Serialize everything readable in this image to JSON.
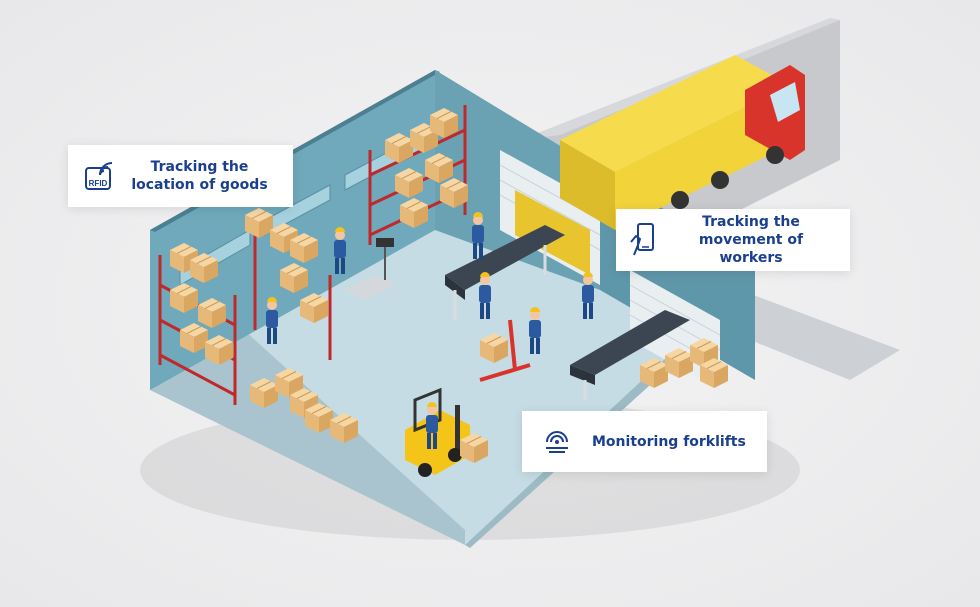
{
  "callouts": {
    "goods": {
      "line1": "Tracking the",
      "line2": "location of goods",
      "icon": "rfid-tag-icon"
    },
    "workers": {
      "line1": "Tracking the",
      "line2": "movement of workers",
      "icon": "smartphone-hand-icon"
    },
    "forklifts": {
      "line1": "Monitoring forklifts",
      "icon": "signal-beacon-icon"
    }
  },
  "icons": {
    "rfid_label": "RFID"
  },
  "colors": {
    "callout_text": "#1a3f8f",
    "wall": "#6aa5b8",
    "floor": "#c8dde6",
    "truck_body": "#f2d33a",
    "truck_cab": "#d8342c",
    "box": "#f0c98f",
    "rack": "#c0292b",
    "forklift": "#f4c518"
  }
}
